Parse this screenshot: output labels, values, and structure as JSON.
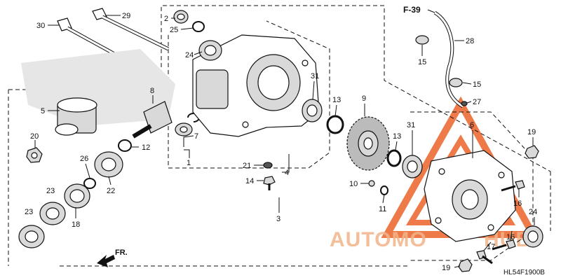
{
  "diagram": {
    "reference_label": "F-39",
    "diagram_code": "HL54F1900B",
    "direction_label": "FR.",
    "watermark": {
      "brand_left": "AUTOMO",
      "brand_right": "HUB",
      "color": "#e8591a"
    },
    "callouts": {
      "c1": "1",
      "c2": "2",
      "c3": "3",
      "c4": "4",
      "c5": "5",
      "c6": "6",
      "c7": "7",
      "c8": "8",
      "c9": "9",
      "c10": "10",
      "c11": "11",
      "c12": "12",
      "c13a": "13",
      "c13b": "13",
      "c14": "14",
      "c15a": "15",
      "c15b": "15",
      "c16a": "16",
      "c16b": "16",
      "c17": "17",
      "c18": "18",
      "c19a": "19",
      "c19b": "19",
      "c20": "20",
      "c21": "21",
      "c22": "22",
      "c23a": "23",
      "c23b": "23",
      "c24a": "24",
      "c24b": "24",
      "c25": "25",
      "c26": "26",
      "c27": "27",
      "c28": "28",
      "c29": "29",
      "c30": "30",
      "c31a": "31",
      "c31b": "31"
    }
  }
}
